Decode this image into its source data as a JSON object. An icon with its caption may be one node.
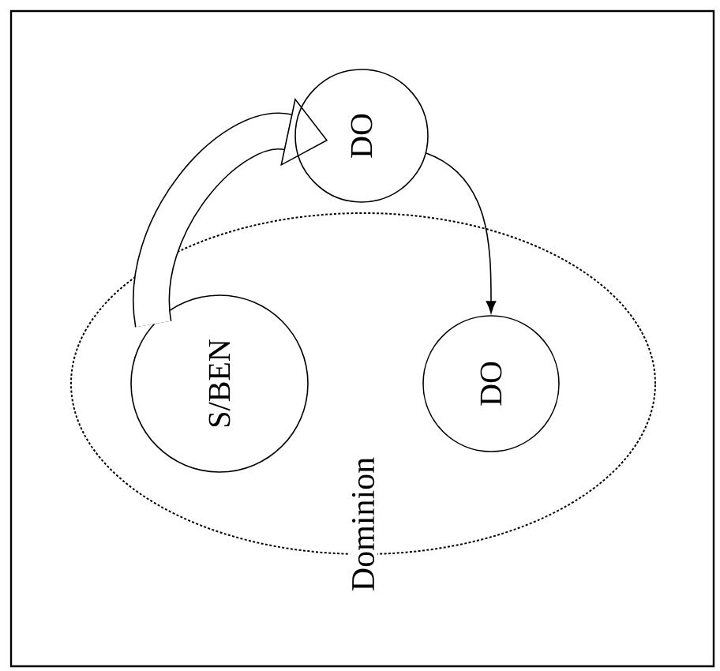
{
  "diagram": {
    "nodes": [
      {
        "text": [
          "Dominion"
        ]
      },
      {
        "text": [
          "S/BEN"
        ],
        "in": 0
      },
      {
        "text": [
          "DO"
        ]
      },
      {
        "text": [
          "DO"
        ],
        "in": 0
      }
    ],
    "edges": [
      {
        "from": 1,
        "to": 2,
        "arrow": "to",
        "style": "thick"
      },
      {
        "from": 2,
        "to": 3,
        "arrow": "to"
      }
    ]
  }
}
